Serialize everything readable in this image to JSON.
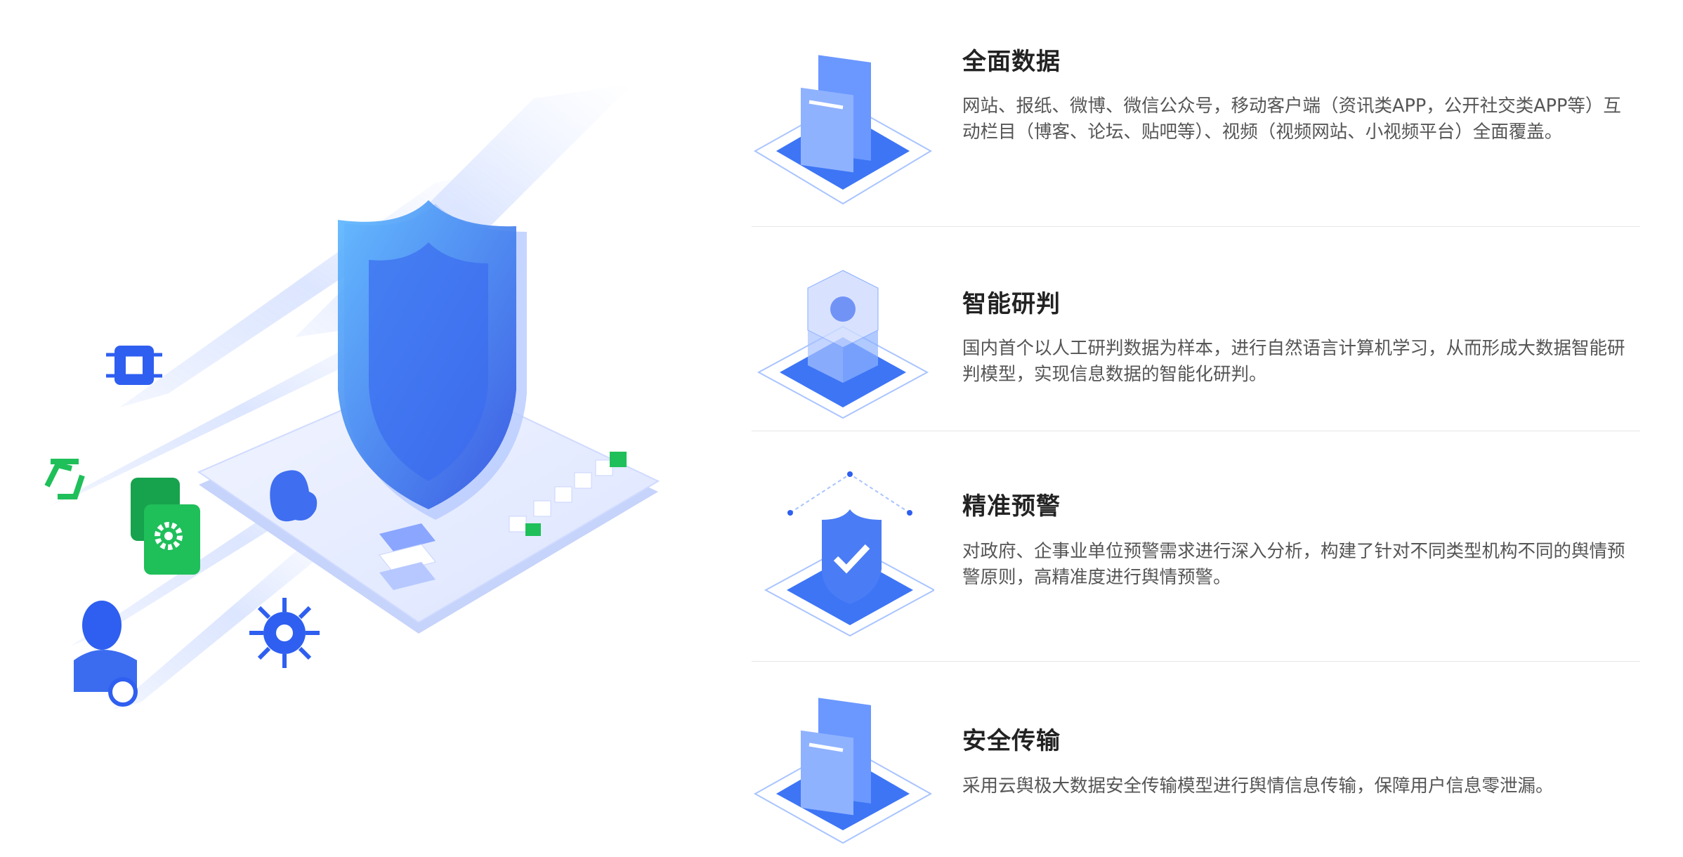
{
  "features": [
    {
      "title": "全面数据",
      "desc": "网站、报纸、微博、微信公众号，移动客户端（资讯类APP，公开社交类APP等）互动栏目（博客、论坛、贴吧等）、视频（视频网站、小视频平台）全面覆盖。",
      "icon": "documents-icon"
    },
    {
      "title": "智能研判",
      "desc": "国内首个以人工研判数据为样本，进行自然语言计算机学习，从而形成大数据智能研判模型，实现信息数据的智能化研判。",
      "icon": "cubes-icon"
    },
    {
      "title": "精准预警",
      "desc": "对政府、企事业单位预警需求进行深入分析，构建了针对不同类型机构不同的舆情预警原则，高精准度进行舆情预警。",
      "icon": "shield-check-icon"
    },
    {
      "title": "安全传输",
      "desc": "采用云舆极大数据安全传输模型进行舆情信息传输，保障用户信息零泄漏。",
      "icon": "documents-icon"
    }
  ],
  "colors": {
    "primary": "#2f6bf0",
    "light": "#a9c4ff",
    "green": "#1fbf5a",
    "heading": "#222222",
    "text": "#555555"
  }
}
